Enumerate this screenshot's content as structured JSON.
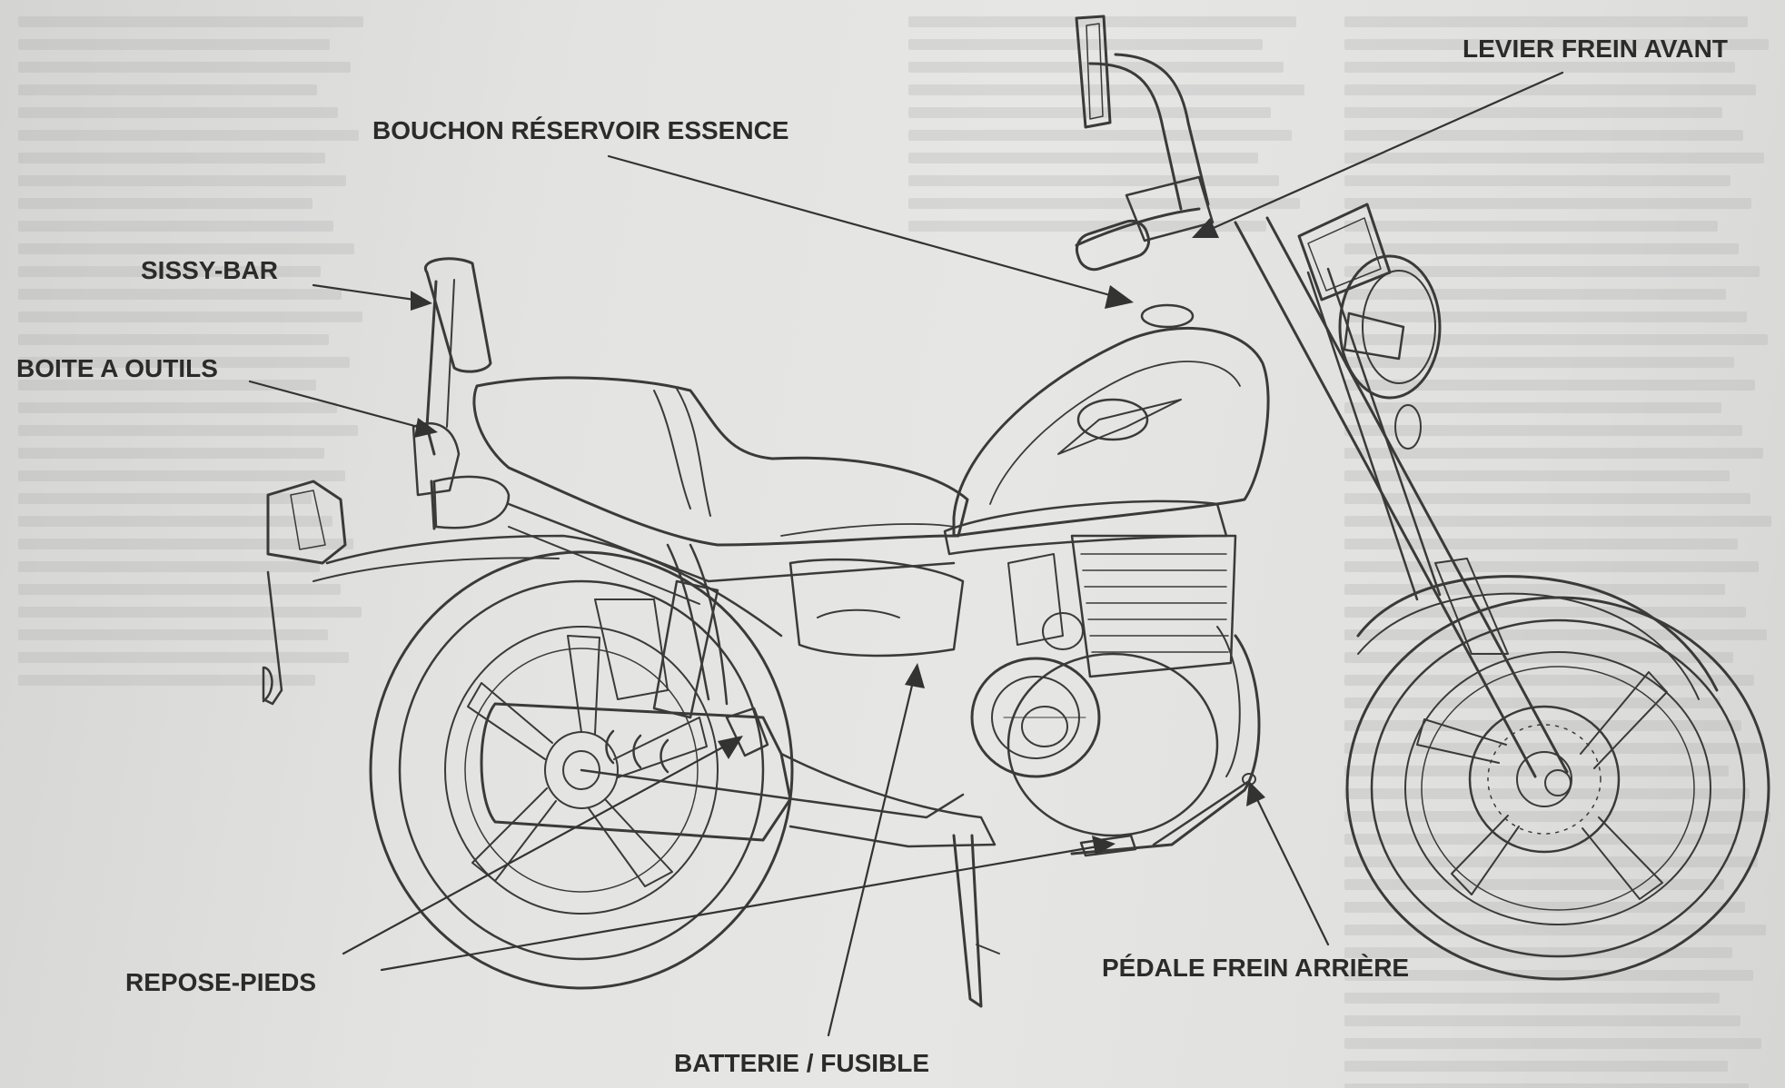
{
  "labels": {
    "bouchon_reservoir": "BOUCHON RÉSERVOIR ESSENCE",
    "levier_frein_avant": "LEVIER FREIN AVANT",
    "sissy_bar": "SISSY-BAR",
    "boite_outils": "BOITE A OUTILS",
    "repose_pieds": "REPOSE-PIEDS",
    "batterie_fusible": "BATTERIE / FUSIBLE",
    "pedale_frein_arriere": "PÉDALE FREIN ARRIÈRE"
  },
  "colors": {
    "ink": "#2b2b2b",
    "line": "#3a3a3a",
    "paper": "#e2e2e0"
  }
}
